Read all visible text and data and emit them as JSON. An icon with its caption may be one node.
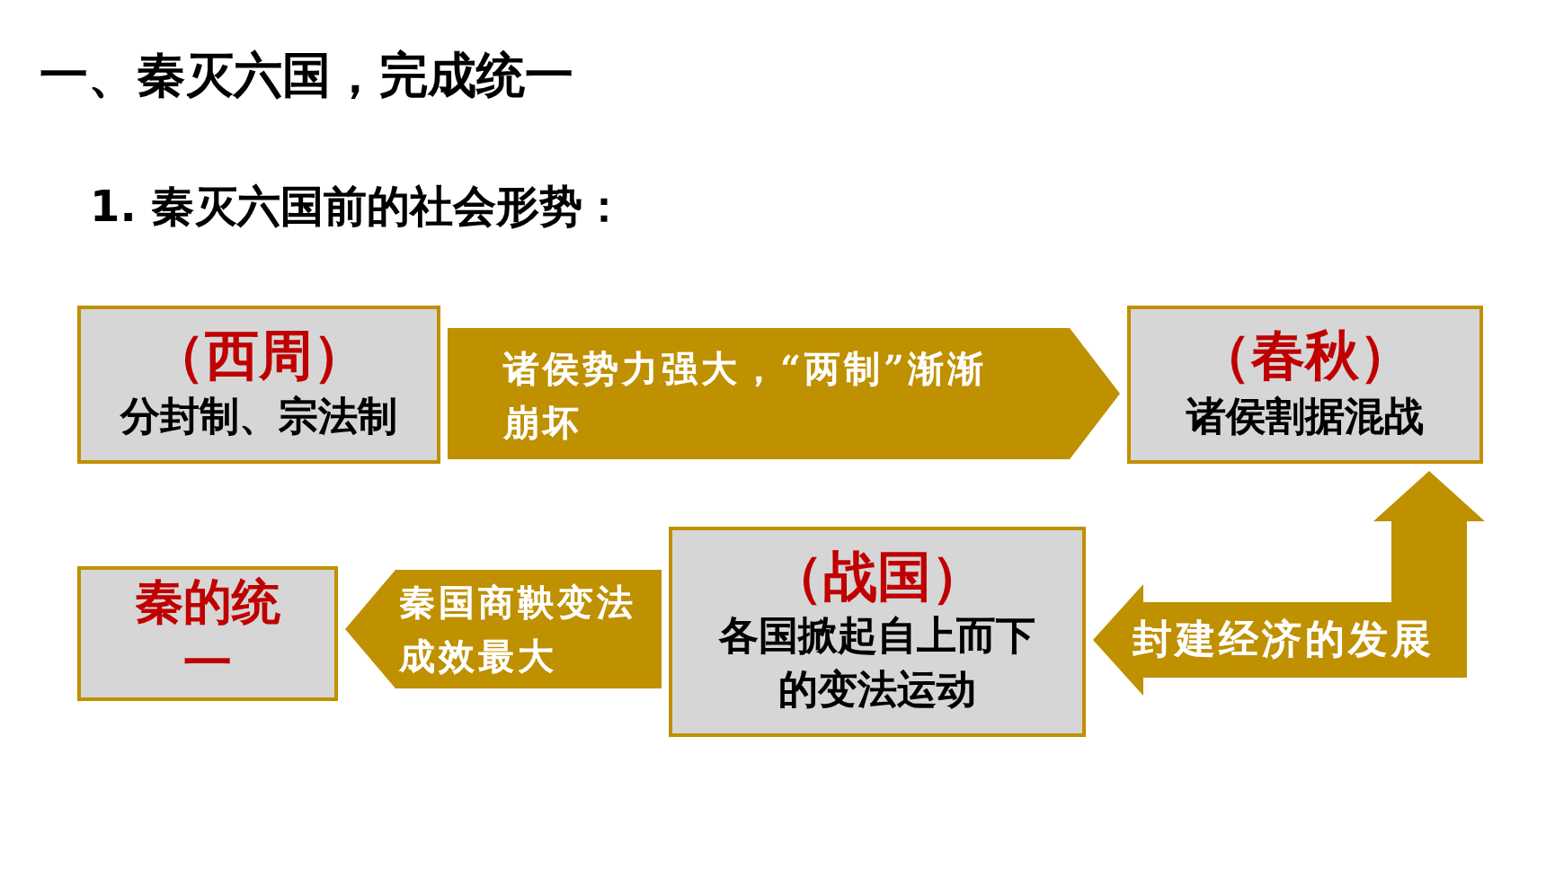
{
  "diagram": {
    "title": "一、秦灭六国，完成统一",
    "nodes": [
      {
        "text": [
          "（西周）",
          "分封制、宗法制"
        ]
      },
      {
        "text": [
          "（春秋）",
          "诸侯割据混战"
        ]
      },
      {
        "text": [
          "（战国）",
          "各国掀起自上而下的变法运动"
        ]
      },
      {
        "text": [
          "秦的统一"
        ]
      }
    ],
    "edges": [
      {
        "from": 0,
        "to": 1,
        "arrow": "to",
        "label": "诸侯势力强大，“两制”渐渐崩坏"
      },
      {
        "from": 1,
        "to": 2,
        "arrow": "both",
        "label": "封建经济的发展"
      },
      {
        "from": 2,
        "to": 3,
        "arrow": "to",
        "label": "秦国商鞅变法成效最大"
      }
    ],
    "labels": [
      "1. 秦灭六国前的社会形势："
    ]
  }
}
